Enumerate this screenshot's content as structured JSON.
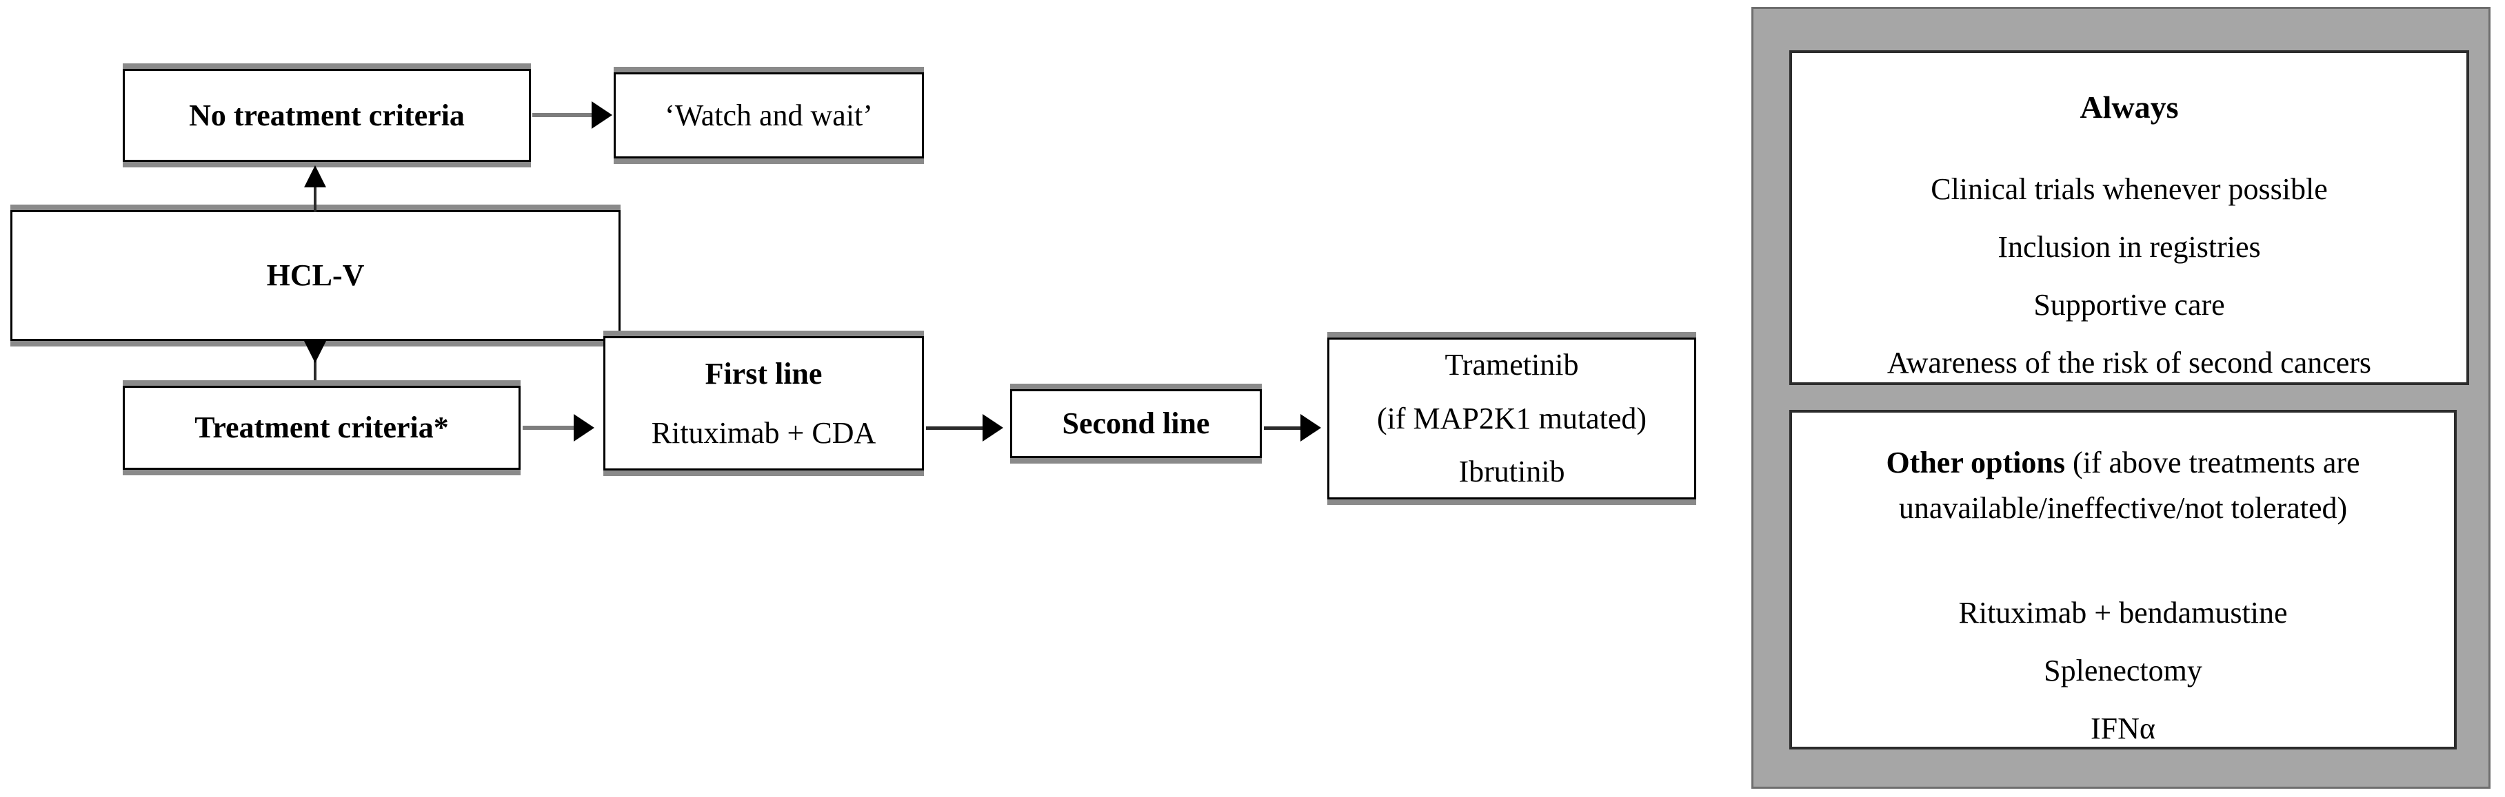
{
  "flow": {
    "no_treatment": {
      "label": "No treatment criteria"
    },
    "watch_wait": {
      "label": "‘Watch and wait’"
    },
    "hclv": {
      "label": "HCL-V"
    },
    "treatment_criteria": {
      "label": "Treatment criteria*"
    },
    "first_line": {
      "title": "First line",
      "detail": "Rituximab + CDA"
    },
    "second_line": {
      "label": "Second line"
    },
    "third": {
      "line1": "Trametinib",
      "line2": "(if MAP2K1 mutated)",
      "line3": "Ibrutinib"
    }
  },
  "panel": {
    "always": {
      "heading": "Always",
      "items": [
        "Clinical trials whenever possible",
        "Inclusion in registries",
        "Supportive care",
        "Awareness of the risk of second cancers"
      ]
    },
    "other_options": {
      "heading": "Other options",
      "heading_note_line1": " (if above treatments are",
      "heading_note_line2": "unavailable/ineffective/not tolerated)",
      "items": [
        "Rituximab + bendamustine",
        "Splenectomy",
        "IFNα"
      ]
    }
  },
  "colors": {
    "panel_fill": "#a6a6a6",
    "panel_border": "#6e6e6e",
    "box_border": "#000000",
    "box_shadow": "#8a8a8a",
    "connector": "#7d7d7d",
    "arrow": "#000000"
  }
}
